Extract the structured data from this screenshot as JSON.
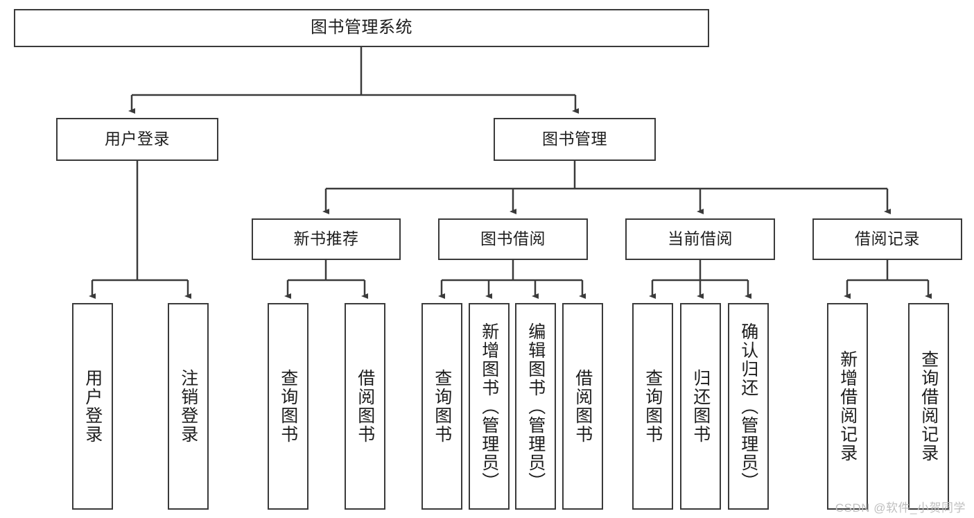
{
  "diagram": {
    "title": "图书管理系统",
    "type": "tree-hierarchy",
    "stroke_color": "#3a3a3a",
    "background_color": "#ffffff",
    "text_color": "#1d1d1d"
  },
  "nodes": {
    "root": {
      "label": "图书管理系统"
    },
    "level2": [
      {
        "label": "用户登录"
      },
      {
        "label": "图书管理"
      }
    ],
    "level3": [
      {
        "label": "新书推荐"
      },
      {
        "label": "图书借阅"
      },
      {
        "label": "当前借阅"
      },
      {
        "label": "借阅记录"
      }
    ],
    "leaves": {
      "user_login": [
        {
          "label": "用户登录"
        },
        {
          "label": "注销登录"
        }
      ],
      "new_book_recommend": [
        {
          "label": "查询图书"
        },
        {
          "label": "借阅图书"
        }
      ],
      "book_borrow": [
        {
          "label": "查询图书"
        },
        {
          "label": "新增图书（管理员）"
        },
        {
          "label": "编辑图书（管理员）"
        },
        {
          "label": "借阅图书"
        }
      ],
      "current_borrow": [
        {
          "label": "查询图书"
        },
        {
          "label": "归还图书"
        },
        {
          "label": "确认归还（管理员）"
        }
      ],
      "borrow_record": [
        {
          "label": "新增借阅记录"
        },
        {
          "label": "查询借阅记录"
        }
      ]
    }
  },
  "watermark": {
    "text": "CSDN @软件_小贺同学"
  }
}
